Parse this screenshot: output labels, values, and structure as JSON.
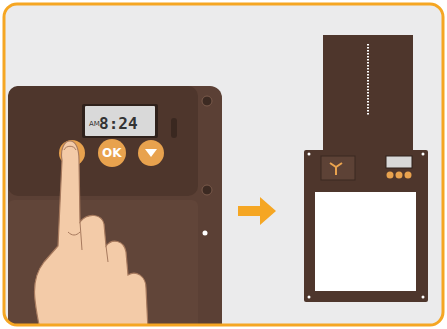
{
  "diagram": {
    "nodes": [
      {
        "text": [
          "AM",
          "8:24"
        ]
      },
      {
        "text": [
          "OK"
        ]
      }
    ]
  }
}
